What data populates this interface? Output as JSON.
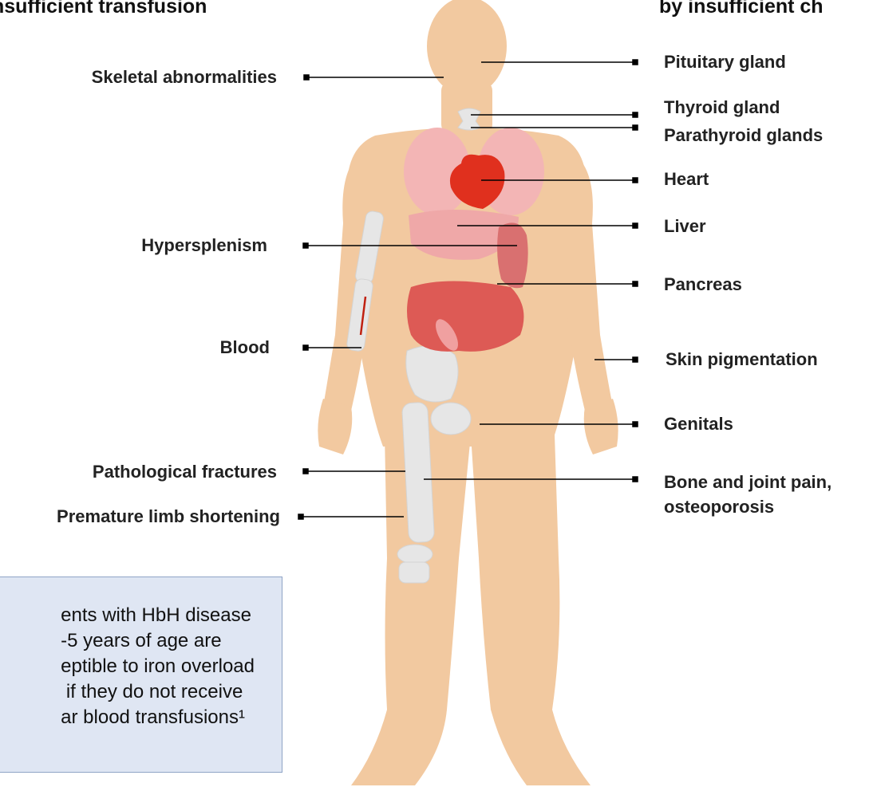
{
  "headings": {
    "left": "nsufficient transfusion",
    "right": "by insufficient ch"
  },
  "left_labels": [
    {
      "id": "skeletal",
      "text": "Skeletal abnormalities"
    },
    {
      "id": "hypersplenism",
      "text": "Hypersplenism"
    },
    {
      "id": "blood",
      "text": "Blood"
    },
    {
      "id": "fractures",
      "text": "Pathological fractures"
    },
    {
      "id": "limb",
      "text": "Premature limb shortening"
    }
  ],
  "right_labels": [
    {
      "id": "pituitary",
      "text": "Pituitary gland"
    },
    {
      "id": "thyroid",
      "text": "Thyroid gland"
    },
    {
      "id": "parathyroid",
      "text": "Parathyroid glands"
    },
    {
      "id": "heart",
      "text": "Heart"
    },
    {
      "id": "liver",
      "text": "Liver"
    },
    {
      "id": "pancreas",
      "text": "Pancreas"
    },
    {
      "id": "skin",
      "text": "Skin pigmentation"
    },
    {
      "id": "genitals",
      "text": "Genitals"
    },
    {
      "id": "bone",
      "text": "Bone and joint pain,\nosteoporosis"
    }
  ],
  "note": {
    "text": "ents with HbH disease\n-5 years of age are\neptible to iron overload\n if they do not receive\nar blood transfusions¹"
  },
  "colors": {
    "skin": "#f2c9a0",
    "lungs": "#f3b5b5",
    "heart": "#e0301e",
    "liver": "#efa8a8",
    "pancreas": "#d97070",
    "intestine": "#dd5a55",
    "bone": "#e6e6e6",
    "note_bg": "#dfe6f3"
  }
}
